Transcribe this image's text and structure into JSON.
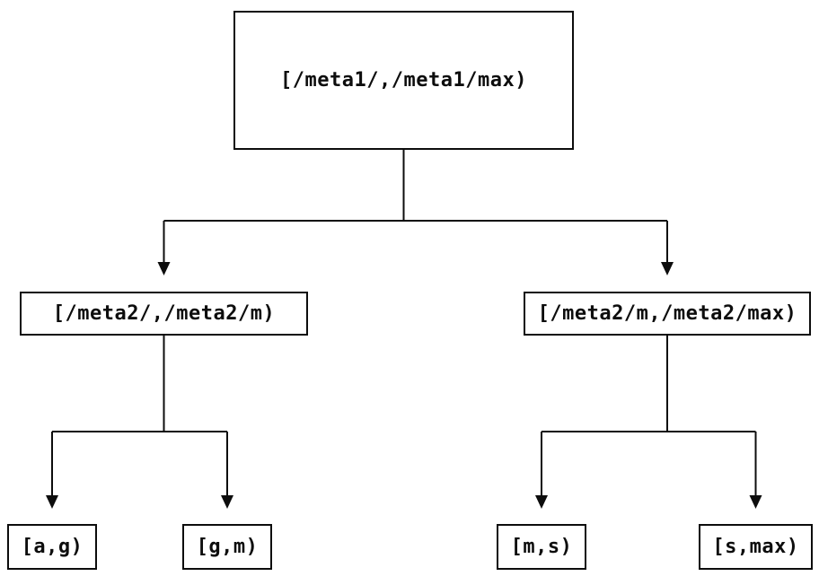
{
  "diagram": {
    "type": "binary-tree",
    "colors": {
      "line": "#0d0d0d",
      "text": "#0d0d0d",
      "background": "#ffffff",
      "node_fill": "#ffffff"
    },
    "nodes": {
      "root": {
        "label": "[/meta1/,/meta1/max)"
      },
      "left": {
        "label": "[/meta2/,/meta2/m)"
      },
      "right": {
        "label": "[/meta2/m,/meta2/max)"
      },
      "leaf_ag": {
        "label": "[a,g)"
      },
      "leaf_gm": {
        "label": "[g,m)"
      },
      "leaf_ms": {
        "label": "[m,s)"
      },
      "leaf_smax": {
        "label": "[s,max)"
      }
    },
    "edges": [
      {
        "from": "root",
        "to": "left"
      },
      {
        "from": "root",
        "to": "right"
      },
      {
        "from": "left",
        "to": "leaf_ag"
      },
      {
        "from": "left",
        "to": "leaf_gm"
      },
      {
        "from": "right",
        "to": "leaf_ms"
      },
      {
        "from": "right",
        "to": "leaf_smax"
      }
    ]
  }
}
